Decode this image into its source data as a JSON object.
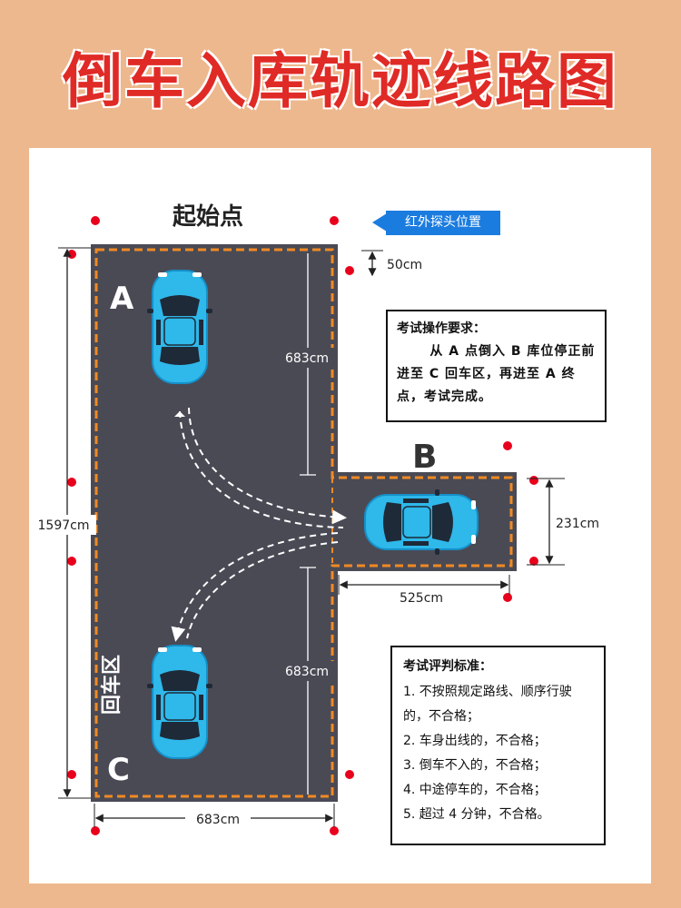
{
  "title": "倒车入库轨迹线路图",
  "labels": {
    "start_point": "起始点",
    "point_a": "A",
    "point_b": "B",
    "point_c": "C",
    "return_zone": "回车区",
    "infrared_probe": "红外探头位置"
  },
  "dimensions": {
    "probe_gap": "50cm",
    "upper_length": "683cm",
    "lower_length": "683cm",
    "total_length": "1597cm",
    "bay_width": "231cm",
    "bay_depth": "525cm",
    "bottom_width": "683cm"
  },
  "requirements": {
    "heading": "考试操作要求：",
    "body": "从 A 点倒入 B 库位停正前进至 C 回车区，再进至 A 终点，考试完成。"
  },
  "criteria": {
    "heading": "考试评判标准：",
    "items": [
      "1. 不按照规定路线、顺序行驶的，不合格；",
      "2. 车身出线的，不合格；",
      "3. 倒车不入的，不合格；",
      "4. 中途停车的，不合格；",
      "5. 超过 4 分钟，不合格。"
    ]
  },
  "colors": {
    "background": "#EDB88D",
    "title": "#E02A26",
    "road": "#4A4A55",
    "boundary": "#F08A24",
    "car": "#2FB8EA",
    "sensor": "#E8001C",
    "callout": "#1B7CE0"
  }
}
